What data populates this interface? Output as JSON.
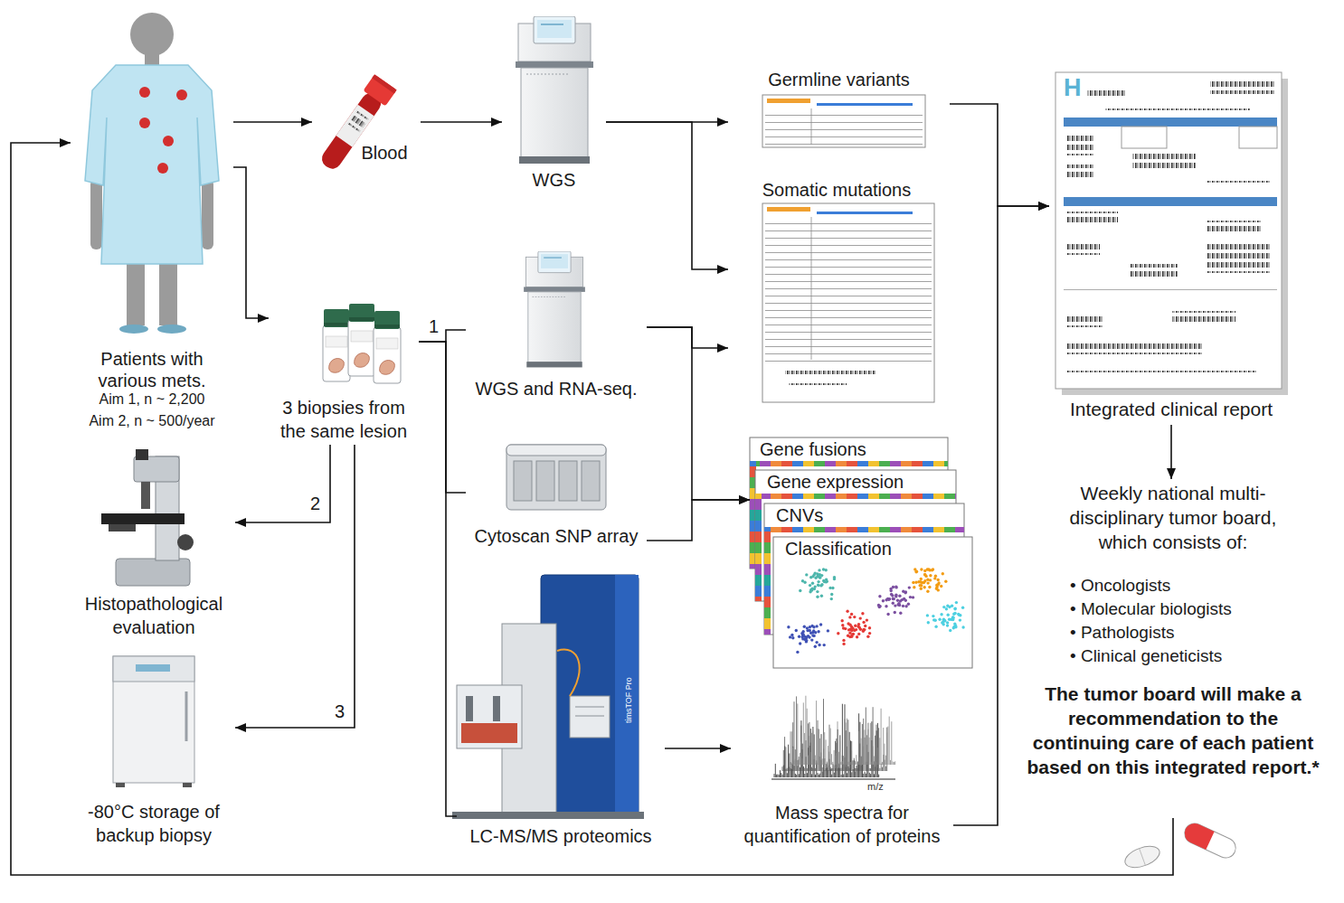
{
  "diagram": {
    "nodes": [
      {
        "text": [
          "Patients with various mets.",
          "Aim 1, n ~ 2,200",
          "Aim 2, n ~ 500/year"
        ]
      },
      {
        "text": [
          "Blood"
        ]
      },
      {
        "text": [
          "WGS"
        ]
      },
      {
        "text": [
          "3 biopsies from the same lesion"
        ]
      },
      {
        "text": [
          "Histopathological evaluation"
        ]
      },
      {
        "text": [
          "-80°C storage of backup biopsy"
        ]
      },
      {
        "text": [
          "WGS and RNA-seq."
        ]
      },
      {
        "text": [
          "Cytoscan SNP array"
        ]
      },
      {
        "text": [
          "LC-MS/MS proteomics"
        ]
      },
      {
        "text": [
          "Germline variants"
        ]
      },
      {
        "text": [
          "Somatic mutations"
        ]
      },
      {
        "text": [
          "Gene fusions"
        ]
      },
      {
        "text": [
          "Gene expression"
        ]
      },
      {
        "text": [
          "CNVs"
        ]
      },
      {
        "text": [
          "Classification"
        ]
      },
      {
        "text": [
          "Mass spectra for quantification of proteins"
        ]
      },
      {
        "text": [
          "Integrated clinical report"
        ]
      },
      {
        "text": [
          "Weekly national multi-disciplinary tumor board, which consists of:",
          "• Oncologists",
          "• Molecular biologists",
          "• Pathologists",
          "• Clinical geneticists",
          "The tumor board will make a recommendation to the continuing care of each patient based on this integrated report.*"
        ]
      }
    ],
    "edges": [
      {
        "from": 0,
        "to": 1,
        "arrow": "to"
      },
      {
        "from": 1,
        "to": 2,
        "arrow": "to"
      },
      {
        "from": 0,
        "to": 3,
        "arrow": "to"
      },
      {
        "from": 2,
        "to": 9,
        "arrow": "to"
      },
      {
        "from": 2,
        "to": 10,
        "arrow": "to"
      },
      {
        "from": 3,
        "to": 6,
        "label": "1",
        "arrow": "none"
      },
      {
        "from": 3,
        "to": 7,
        "arrow": "none"
      },
      {
        "from": 3,
        "to": 8,
        "arrow": "none"
      },
      {
        "from": 3,
        "to": 4,
        "label": "2",
        "arrow": "to"
      },
      {
        "from": 3,
        "to": 5,
        "label": "3",
        "arrow": "to"
      },
      {
        "from": 6,
        "to": 10,
        "arrow": "to"
      },
      {
        "from": 6,
        "to": 11,
        "arrow": "to"
      },
      {
        "from": 7,
        "to": 11,
        "arrow": "to"
      },
      {
        "from": 8,
        "to": 15,
        "arrow": "to"
      },
      {
        "from": 9,
        "to": 16,
        "arrow": "to"
      },
      {
        "from": 15,
        "to": 16,
        "arrow": "to"
      },
      {
        "from": 16,
        "to": 17,
        "arrow": "to"
      },
      {
        "from": 17,
        "to": 0,
        "arrow": "to"
      }
    ],
    "labels": [
      "H",
      "timsTOF Pro",
      "m/z"
    ]
  }
}
